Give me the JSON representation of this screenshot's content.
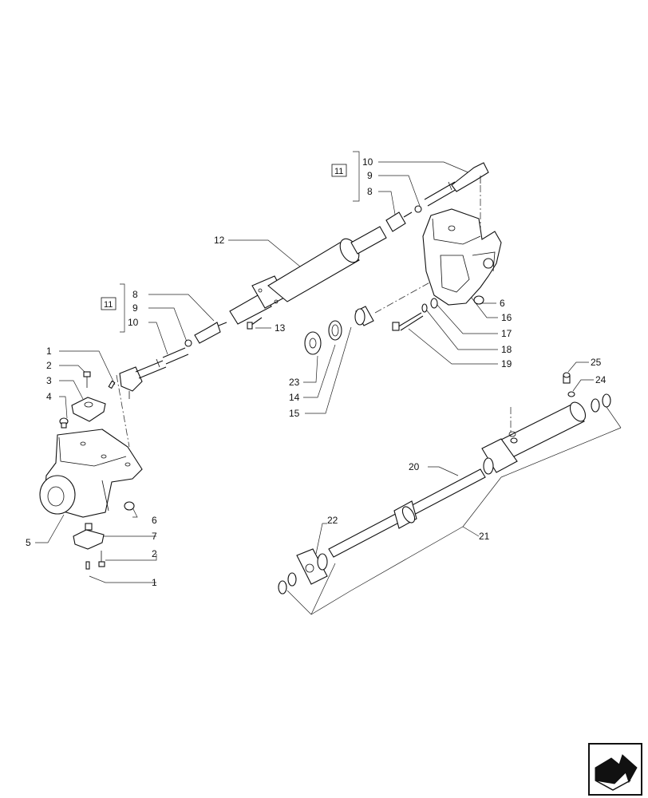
{
  "callouts": [
    {
      "text": "1"
    },
    {
      "text": "2"
    },
    {
      "text": "3"
    },
    {
      "text": "4"
    },
    {
      "text": "5"
    },
    {
      "text": "6"
    },
    {
      "text": "7"
    },
    {
      "text": "2"
    },
    {
      "text": "1"
    },
    {
      "text": "8"
    },
    {
      "text": "9"
    },
    {
      "text": "10"
    },
    {
      "text": "11"
    },
    {
      "text": "12"
    },
    {
      "text": "13"
    },
    {
      "text": "10"
    },
    {
      "text": "9"
    },
    {
      "text": "8"
    },
    {
      "text": "11"
    },
    {
      "text": "6"
    },
    {
      "text": "16"
    },
    {
      "text": "17"
    },
    {
      "text": "18"
    },
    {
      "text": "19"
    },
    {
      "text": "23"
    },
    {
      "text": "14"
    },
    {
      "text": "15"
    },
    {
      "text": "25"
    },
    {
      "text": "24"
    },
    {
      "text": "20"
    },
    {
      "text": "21"
    },
    {
      "text": "22"
    }
  ],
  "nav_icon": "next-page-arrow-icon"
}
